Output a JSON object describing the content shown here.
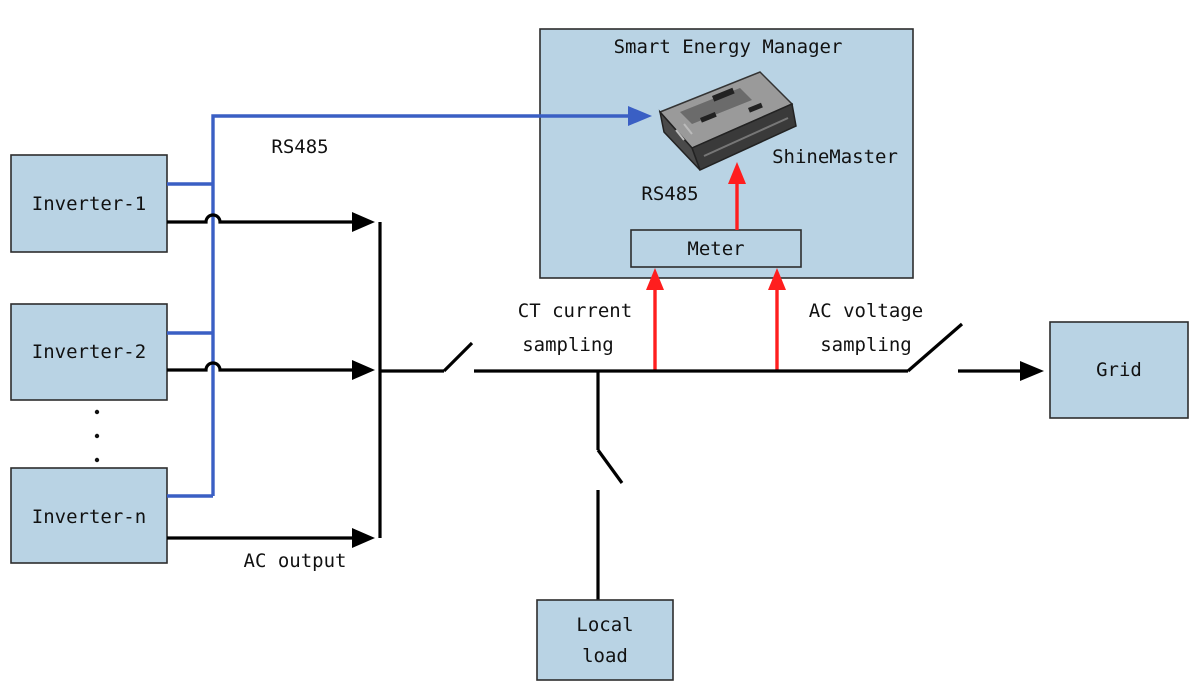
{
  "title": "Smart Energy Manager",
  "inverters": [
    "Inverter-1",
    "Inverter-2",
    "Inverter-n"
  ],
  "ellipsis": ":",
  "device_label": "ShineMaster",
  "meter_label": "Meter",
  "rs485_top": "RS485",
  "rs485_inner": "RS485",
  "ct_label": [
    "CT current",
    "sampling"
  ],
  "ac_voltage_label": [
    "AC voltage",
    "sampling"
  ],
  "ac_output_label": "AC output",
  "grid_label": "Grid",
  "load_label": [
    "Local",
    "load"
  ],
  "colors": {
    "box_fill": "#b9d3e4",
    "rs485_line": "#3a5fc4",
    "sampling_arrow": "#ff1e1e",
    "ac_line": "#000000"
  }
}
